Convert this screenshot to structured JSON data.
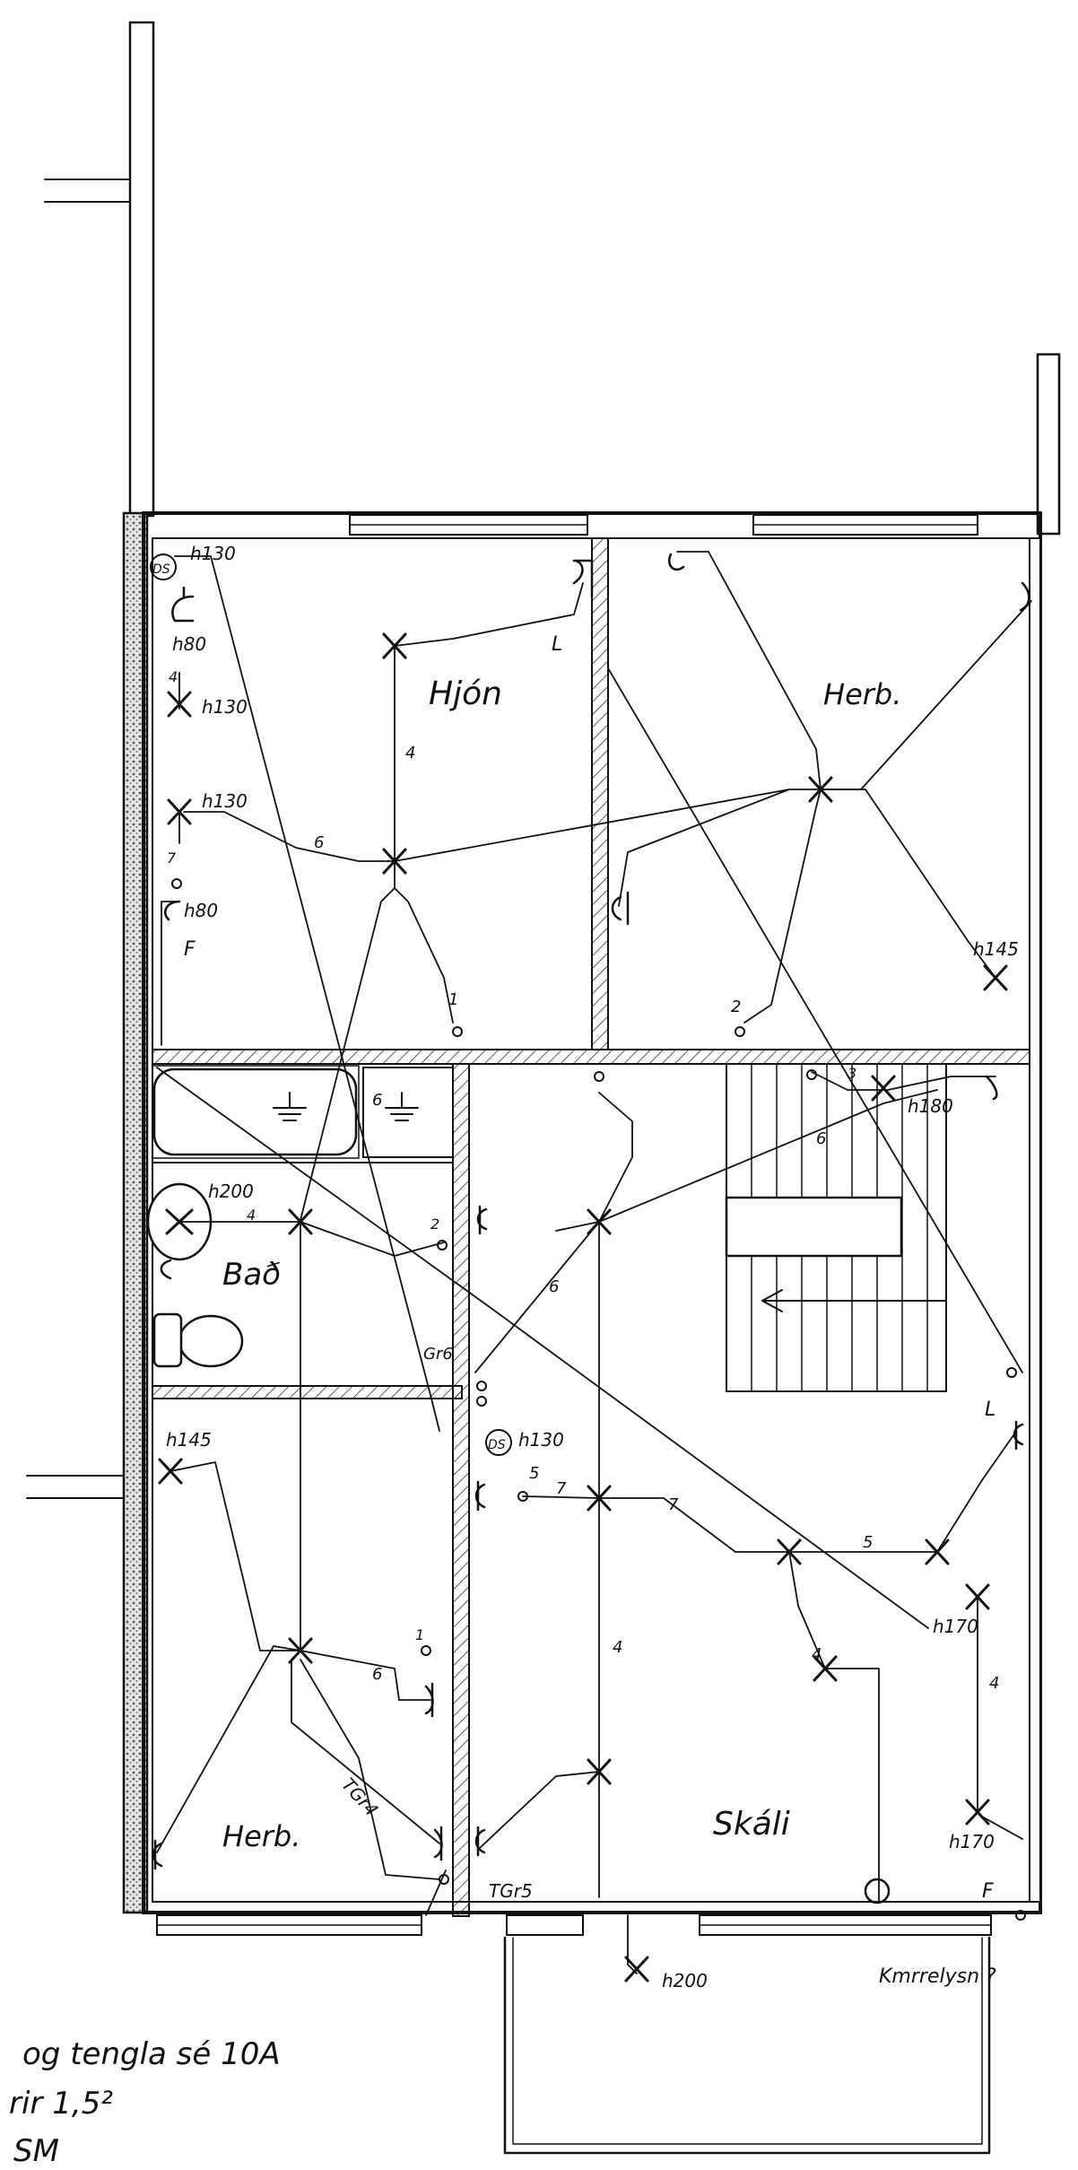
{
  "rooms": {
    "hjon": "Hjón",
    "herb_ne": "Herb.",
    "bad": "Bað",
    "herb_sw": "Herb.",
    "skali": "Skáli"
  },
  "labels": {
    "ds1": "DS",
    "ds2": "DS",
    "h130_a": "h130",
    "h80_a": "h80",
    "h130_b": "h130",
    "h130_c": "h130",
    "h80_b": "h80",
    "f1": "F",
    "f2": "F",
    "l1": "L",
    "l2": "L",
    "h145_ne": "h145",
    "h180": "h180",
    "h200_bad": "h200",
    "gr6": "Gr6",
    "h130_d": "h130",
    "h145_sw": "h145",
    "h170_a": "h170",
    "h170_b": "h170",
    "tgr4": "TGr4",
    "tgr5": "TGr5",
    "h200_out": "h200",
    "ext_light": "Kmrrelysn ?",
    "bath_circuit": "6",
    "n4_a": "4",
    "n4_b": "4",
    "n6_a": "6",
    "n7": "7",
    "n1": "1",
    "n2": "2",
    "n3": "3",
    "n6_b": "6",
    "n4_c": "4",
    "n2_b": "2",
    "n6_c": "6",
    "n5_a": "5",
    "n7_b": "7",
    "n7_c": "7",
    "n5_b": "5",
    "n4_d": "4",
    "n4_e": "4",
    "n4_f": "4",
    "n1_b": "1",
    "n6_d": "6"
  },
  "notes": {
    "line1": "og tengla sé 10A",
    "line2": "rir 1,5²",
    "line3": "SM"
  }
}
